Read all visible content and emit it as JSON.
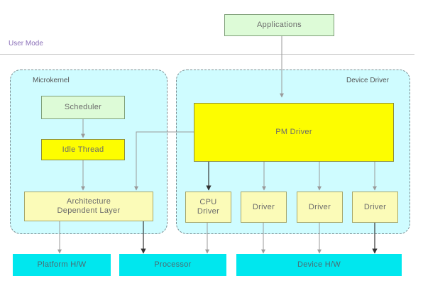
{
  "user_mode_label": "User Mode",
  "regions": {
    "microkernel": "Microkernel",
    "device_driver": "Device Driver"
  },
  "boxes": {
    "applications": "Applications",
    "scheduler": "Scheduler",
    "idle_thread": "Idle Thread",
    "architecture_layer": "Architecture\nDependent Layer",
    "pm_driver": "PM Driver",
    "cpu_driver": "CPU\nDriver",
    "driver_1": "Driver",
    "driver_2": "Driver",
    "driver_3": "Driver",
    "platform_hw": "Platform H/W",
    "processor": "Processor",
    "device_hw": "Device H/W"
  },
  "colors": {
    "region_fill": "#cffcff",
    "green_box": "#ddfbd7",
    "yellow_box": "#fdfd00",
    "light_yellow_box": "#fbfbb8",
    "hardware_box": "#00e7ee"
  }
}
